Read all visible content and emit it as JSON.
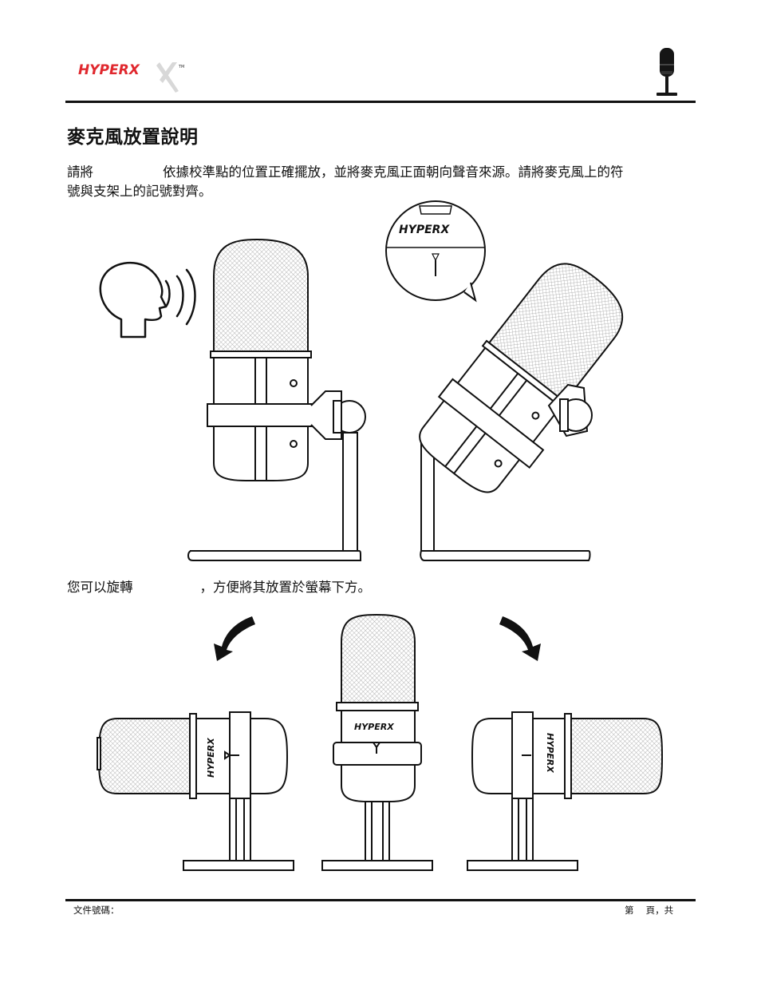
{
  "header": {
    "brand_logo": "HYPERX",
    "brand_mark": "TM",
    "product_icon": "microphone-icon"
  },
  "section": {
    "title": "麥克風放置說明",
    "para1": {
      "line1_a": "請將",
      "line1_b": "依據校準點的位置正確擺放，並將麥克風正面朝向聲音來源。請將麥克風上的符",
      "line2": "號與支架上的記號對齊。"
    },
    "para2": {
      "part_a": "您可以旋轉",
      "part_b": "，方便將其放置於螢幕下方。"
    }
  },
  "figure1": {
    "inset_logo": "HYPERX",
    "icons": [
      "speaker-head-icon",
      "sound-wave-icon"
    ]
  },
  "figure2": {
    "mic_logo": "HYPERX",
    "icons": [
      "rotate-left-arrow-icon",
      "rotate-right-arrow-icon"
    ]
  },
  "footer": {
    "doc_number_label": "文件號碼：",
    "page_label": "第　 頁，共"
  },
  "colors": {
    "ink": "#111111",
    "brand_red": "#e0282e"
  }
}
